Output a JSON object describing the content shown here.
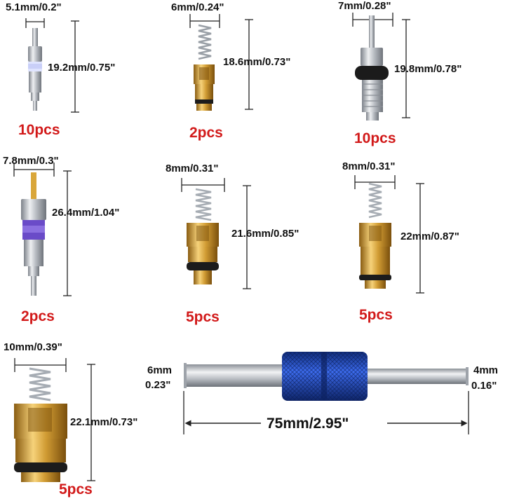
{
  "accent_colors": {
    "quantity_red": "#d21a1a",
    "tool_blue": "#1e4fc8",
    "brass": "#c9972f",
    "steel": "#b8bcc2"
  },
  "items": [
    {
      "width_label": "5.1mm/0.2\"",
      "length_label": "19.2mm/0.75\"",
      "qty": "10pcs"
    },
    {
      "width_label": "6mm/0.24\"",
      "length_label": "18.6mm/0.73\"",
      "qty": "2pcs"
    },
    {
      "width_label": "7mm/0.28\"",
      "length_label": "19.8mm/0.78\"",
      "qty": "10pcs"
    },
    {
      "width_label": "7.8mm/0.3\"",
      "length_label": "26.4mm/1.04\"",
      "qty": "2pcs"
    },
    {
      "width_label": "8mm/0.31\"",
      "length_label": "21.6mm/0.85\"",
      "qty": "5pcs"
    },
    {
      "width_label": "8mm/0.31\"",
      "length_label": "22mm/0.87\"",
      "qty": "5pcs"
    },
    {
      "width_label": "10mm/0.39\"",
      "length_label": "22.1mm/0.73\"",
      "qty": "5pcs"
    }
  ],
  "tool": {
    "left_end_mm": "6mm",
    "left_end_in": "0.23\"",
    "right_end_mm": "4mm",
    "right_end_in": "0.16\"",
    "length_label": "75mm/2.95\""
  }
}
